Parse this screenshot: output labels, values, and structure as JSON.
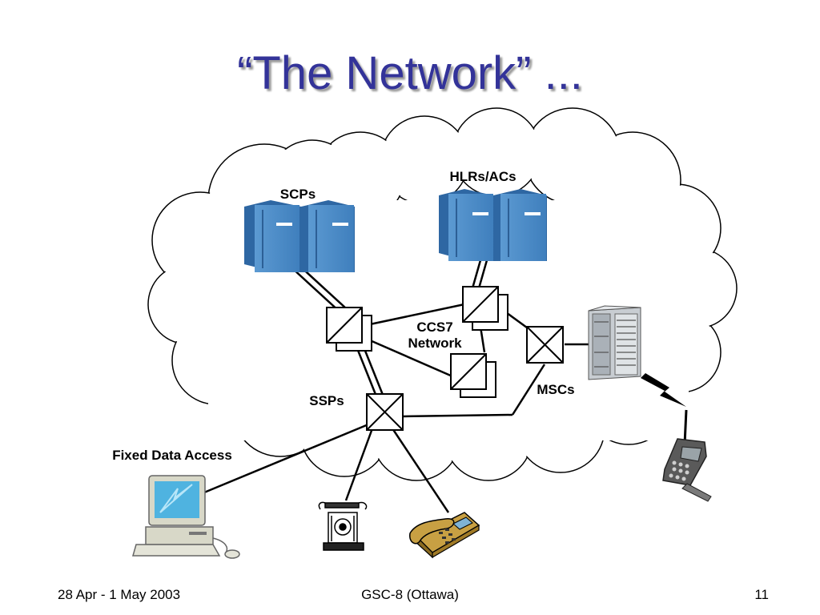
{
  "slide": {
    "title": "“The Network” ...",
    "footer_left": "28 Apr - 1 May 2003",
    "footer_center": "GSC-8 (Ottawa)",
    "footer_right": "11"
  },
  "diagram": {
    "labels": {
      "scps": "SCPs",
      "hlrs": "HLRs/ACs",
      "ccs7_line1": "CCS7",
      "ccs7_line2": "Network",
      "msc": "MSCs",
      "ssps": "SSPs",
      "fixed_access": "Fixed Data Access"
    }
  },
  "colors": {
    "title": "#333399",
    "server_blue": "#4a8ac4",
    "cloud_stroke": "#000000"
  }
}
